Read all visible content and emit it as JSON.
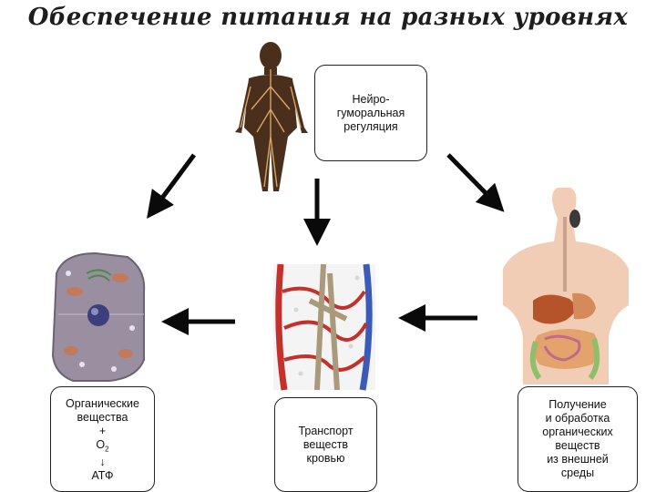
{
  "title": "Обеспечение питания на разных уровнях",
  "nodes": {
    "neuro": "Нейро-\nгуморальная\nрегуляция",
    "transport": "Транспорт\nвеществ\nкровью",
    "digestion": "Получение\nи обработка\nорганических\nвеществ\nиз внешней\nсреды",
    "cell": {
      "line1": "Органические",
      "line2": "вещества",
      "plus": "+",
      "o2": "O",
      "o2_sub": "2",
      "arrow": "↓",
      "atp": "АТФ"
    }
  },
  "colors": {
    "arrow": "#0a0a0a",
    "vein_red": "#c4302b",
    "vein_blue": "#3a5bb8",
    "skin": "#f2cdb6",
    "nervous": "#5a3a22",
    "cell_body": "#9a8fa0",
    "nucleus": "#3d3f7a"
  }
}
